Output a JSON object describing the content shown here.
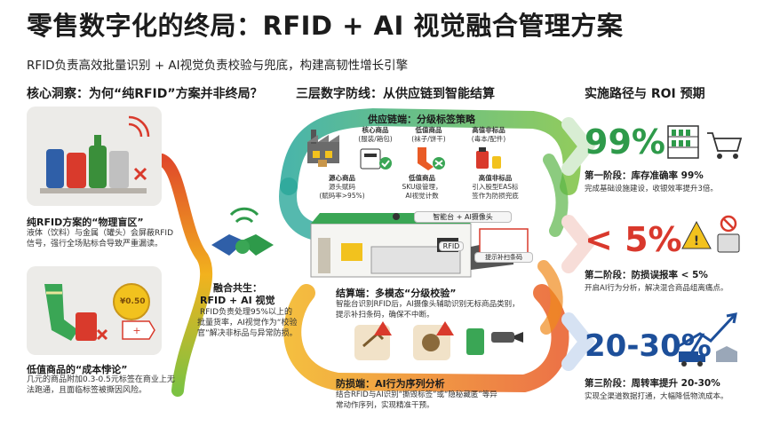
{
  "header": {
    "title": "零售数字化的终局：RFID + AI 视觉融合管理方案",
    "subtitle": "RFID负责高效批量识别 + AI视觉负责校验与兜底，构建高韧性增长引擎"
  },
  "left": {
    "heading": "核心洞察：为何“纯RFID”方案并非终局？",
    "card1_title": "纯RFID方案的“物理盲区”",
    "card1_text_1": "液体（饮料）与金属（罐头）会屏蔽RFID",
    "card1_text_2": "信号，强行全场贴标合导致严重漏读。",
    "card2_title": "低值商品的“成本悖论”",
    "card2_text_1": "几元的商品附加0.3-0.5元标签在商业上无",
    "card2_text_2": "法跑通，且面临标签被撕因风险。",
    "coin_label": "¥0.50"
  },
  "center": {
    "heading": "三层数字防线：从供应链到智能结算",
    "fusion_title_1": "融合共生：",
    "fusion_title_2": "RFID + AI 视觉",
    "fusion_text_1": "RFID负责处理95%以上的",
    "fusion_text_2": "批量货率，AI视觉作为“校验",
    "fusion_text_3": "官”解决非标品与异常防损。",
    "supply_title": "供应链端：分级标签策略",
    "tier1_head": "核心商品",
    "tier1_sub": "(服装/箱包)",
    "tier2_head": "低值商品",
    "tier2_sub": "(袜子/饼干)",
    "tier3_head": "高值非标品",
    "tier3_sub": "(毒本/配件)",
    "tier1_d1": "源心商品",
    "tier1_d2": "源头赋码",
    "tier1_d3": "(赋码率>95%)",
    "tier2_d1": "低值商品",
    "tier2_d2": "SKU级管理，",
    "tier2_d3": "AI视觉计数",
    "tier3_d1": "高值非标品",
    "tier3_d2": "引入股型EAS标",
    "tier3_d3": "签作为防损兜底",
    "camera_label": "智能台 + AI摄像头",
    "reader_label": "RFID",
    "screen_label": "提示补扫条码",
    "checkout_title": "结算端：多模态“分级校验”",
    "checkout_text_1": "智能台识别RFID后，AI摄像头辅助识别无标商品类别，",
    "checkout_text_2": "提示补扫条码，确保不中断。",
    "loss_title": "防损端：AI行为序列分析",
    "loss_text_1": "结合RFID与AI识别“撕毁标签”或“隐秘藏匿”等异",
    "loss_text_2": "常动作序列，实现精准干预。"
  },
  "right": {
    "heading": "实施路径与 ROI 预期",
    "stage1_big": "99%",
    "stage1_title": "第一阶段：库存准确率 99%",
    "stage1_desc": "完成基础设施建设，收银效率提升3倍。",
    "stage2_big": "< 5%",
    "stage2_title": "第二阶段：防损误报率 < 5%",
    "stage2_desc": "开启AI行为分析，解决混合商品组离痛点。",
    "stage3_big": "20-30%",
    "stage3_title": "第三阶段：周转率提升 20-30%",
    "stage3_desc": "实现全渠道数据打通，大幅降低物流成本。"
  },
  "colors": {
    "green": "#2e9a4a",
    "red": "#d9382c",
    "blue": "#1d4f9a",
    "orange": "#f08a1c",
    "teal": "#2aa89a"
  }
}
